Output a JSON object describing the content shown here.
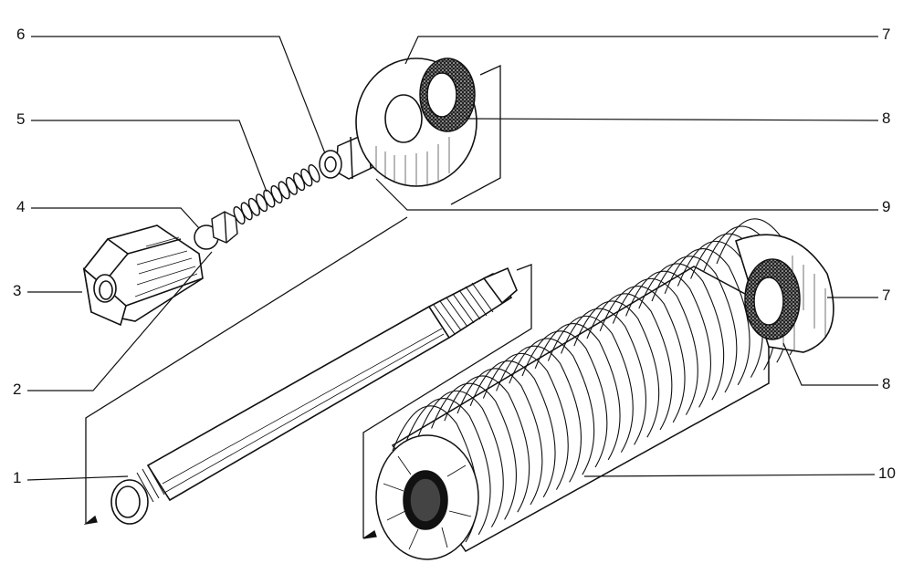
{
  "diagram": {
    "callouts": {
      "c1": "1",
      "c2": "2",
      "c3": "3",
      "c4": "4",
      "c5": "5",
      "c6": "6",
      "c7a": "7",
      "c8a": "8",
      "c9": "9",
      "c7b": "7",
      "c8b": "8",
      "c10": "10"
    },
    "line_color": "#111111",
    "fill_color": "#ffffff",
    "gasket_color": "#333333"
  }
}
